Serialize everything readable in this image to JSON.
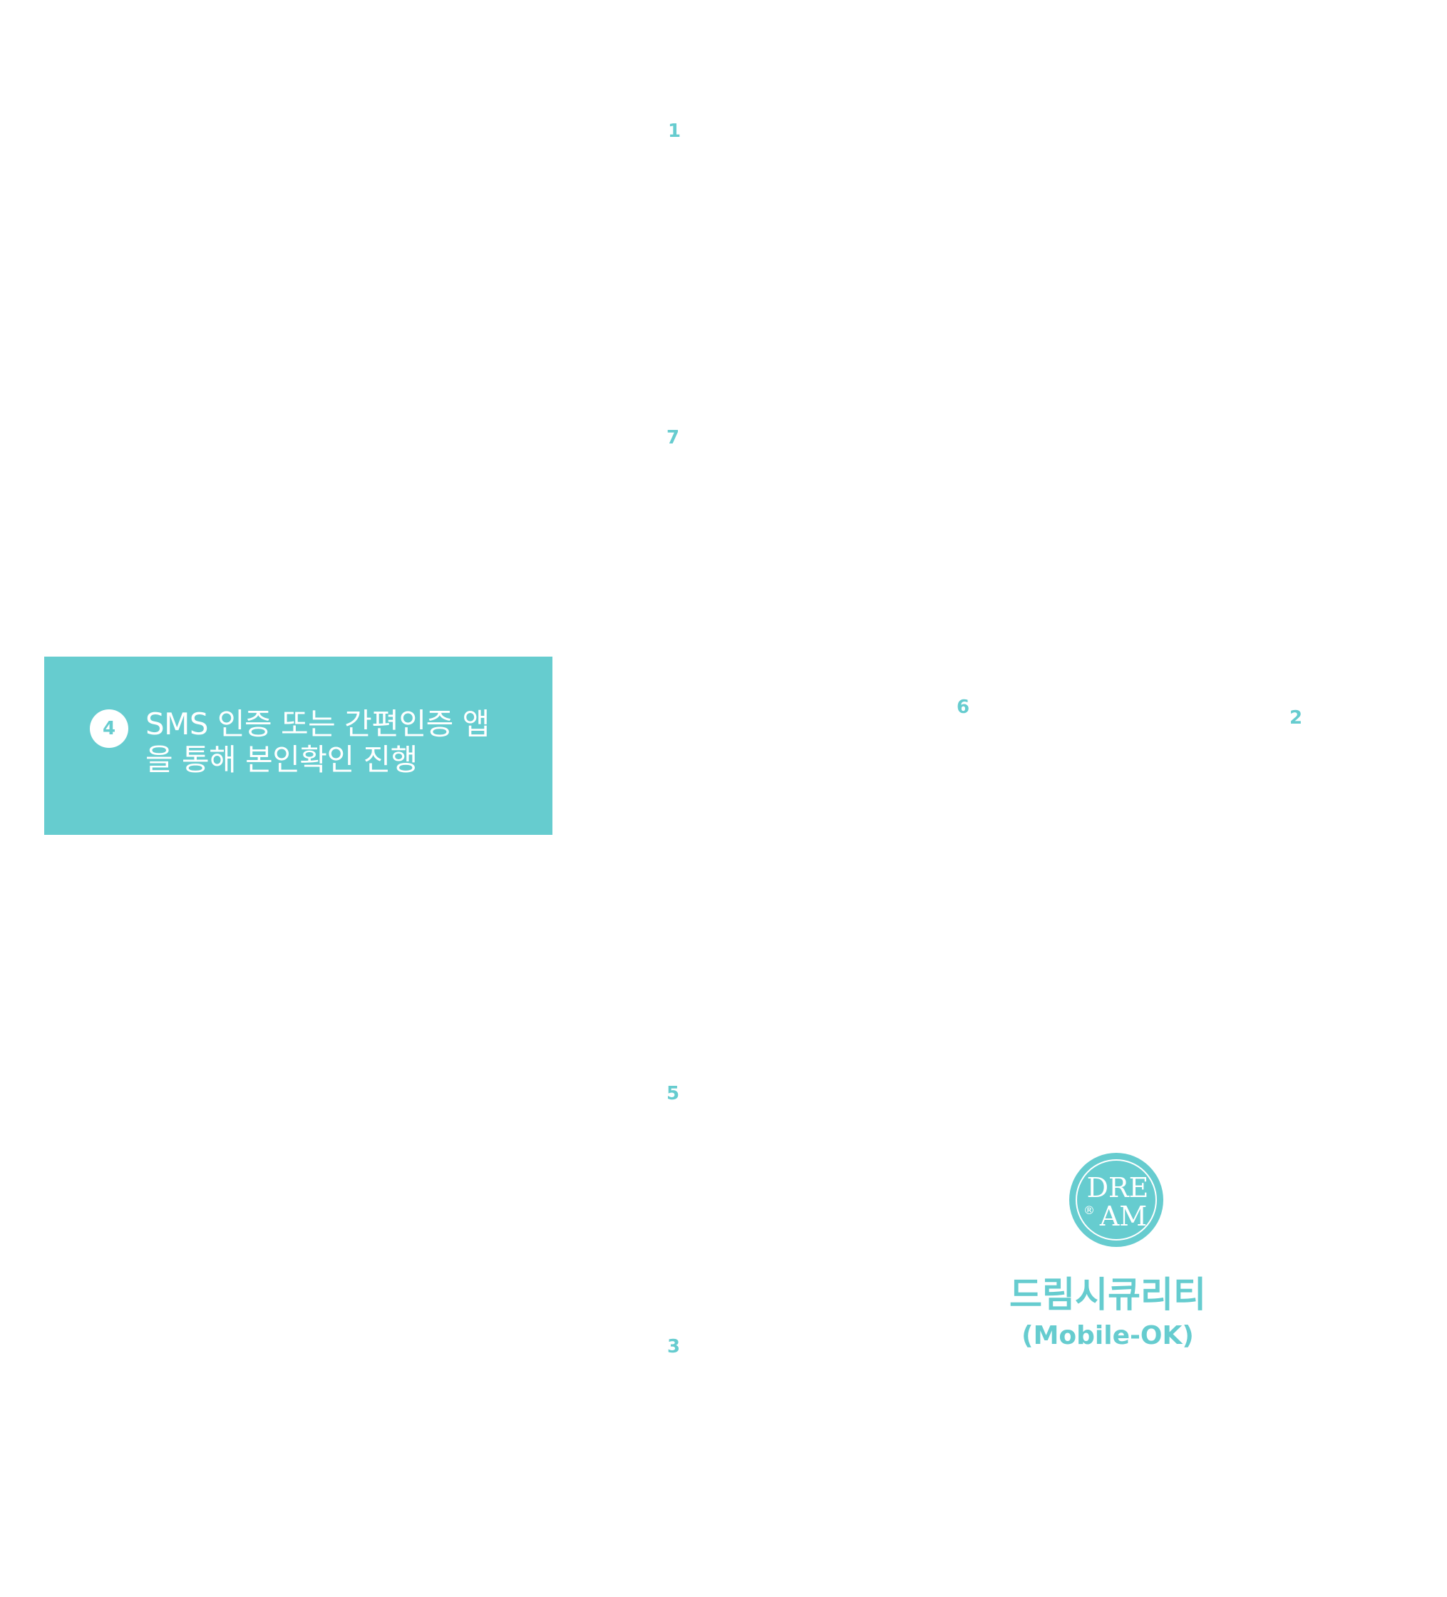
{
  "step_numbers": {
    "n1": "1",
    "n7": "7",
    "n6": "6",
    "n2": "2",
    "n5": "5",
    "n3": "3"
  },
  "step_box": {
    "badge": "4",
    "line1": "SMS 인증 또는 간편인증 앱",
    "line2": "을 통해 본인확인 진행"
  },
  "brand": {
    "logo_text_top": "DRE",
    "logo_text_bottom": "AM",
    "logo_mark": "®",
    "name": "드림시큐리티",
    "sub": "(Mobile-OK)"
  },
  "colors": {
    "accent": "#66cccf",
    "text_on_accent": "#ffffff",
    "background": "#ffffff"
  }
}
